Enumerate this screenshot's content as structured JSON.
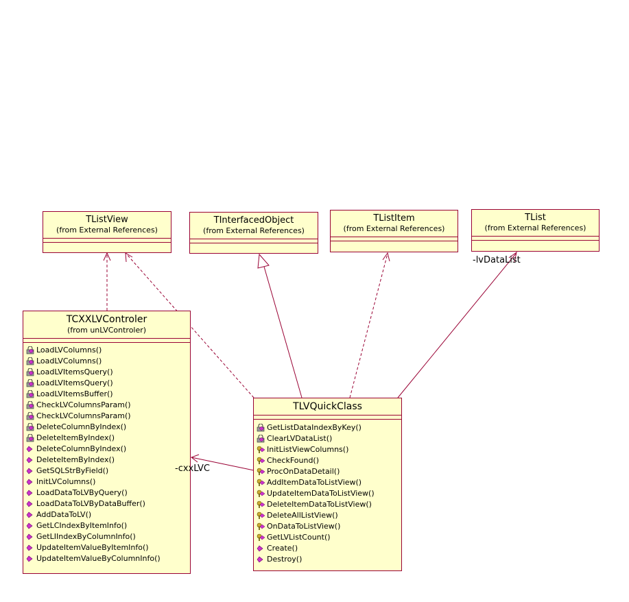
{
  "classes": {
    "tlistview": {
      "name": "TListView",
      "subtitle": "(from External References)"
    },
    "tinterfacedobject": {
      "name": "TInterfacedObject",
      "subtitle": "(from External References)"
    },
    "tlistitem": {
      "name": "TListItem",
      "subtitle": "(from External References)"
    },
    "tlist": {
      "name": "TList",
      "subtitle": "(from External References)"
    },
    "tcxxlvcontroler": {
      "name": "TCXXLVControler",
      "subtitle": "(from unLVControler)",
      "operations": [
        {
          "label": "LoadLVColumns()",
          "visibility": "protected"
        },
        {
          "label": "LoadLVColumns()",
          "visibility": "protected"
        },
        {
          "label": "LoadLVItemsQuery()",
          "visibility": "protected"
        },
        {
          "label": "LoadLVItemsQuery()",
          "visibility": "protected"
        },
        {
          "label": "LoadLVItemsBuffer()",
          "visibility": "protected"
        },
        {
          "label": "CheckLVColumnsParam()",
          "visibility": "protected"
        },
        {
          "label": "CheckLVColumnsParam()",
          "visibility": "protected"
        },
        {
          "label": "DeleteColumnByIndex()",
          "visibility": "protected"
        },
        {
          "label": "DeleteItemByIndex()",
          "visibility": "protected"
        },
        {
          "label": "DeleteColumnByIndex()",
          "visibility": "public"
        },
        {
          "label": "DeleteItemByIndex()",
          "visibility": "public"
        },
        {
          "label": "GetSQLStrByField()",
          "visibility": "public"
        },
        {
          "label": "InitLVColumns()",
          "visibility": "public"
        },
        {
          "label": "LoadDataToLVByQuery()",
          "visibility": "public"
        },
        {
          "label": "LoadDataToLVByDataBuffer()",
          "visibility": "public"
        },
        {
          "label": "AddDataToLV()",
          "visibility": "public"
        },
        {
          "label": "GetLCIndexByItemInfo()",
          "visibility": "public"
        },
        {
          "label": "GetLIIndexByColumnInfo()",
          "visibility": "public"
        },
        {
          "label": "UpdateItemValueByItemInfo()",
          "visibility": "public"
        },
        {
          "label": "UpdateItemValueByColumnInfo()",
          "visibility": "public"
        }
      ]
    },
    "tlvquickclass": {
      "name": "TLVQuickClass",
      "operations": [
        {
          "label": "GetListDataIndexByKey()",
          "visibility": "protected"
        },
        {
          "label": "ClearLVDataList()",
          "visibility": "protected"
        },
        {
          "label": "InitListViewColumns()",
          "visibility": "private"
        },
        {
          "label": "CheckFound()",
          "visibility": "private"
        },
        {
          "label": "ProcOnDataDetail()",
          "visibility": "private"
        },
        {
          "label": "AddItemDataToListView()",
          "visibility": "private"
        },
        {
          "label": "UpdateItemDataToListView()",
          "visibility": "private"
        },
        {
          "label": "DeleteItemDataToListView()",
          "visibility": "private"
        },
        {
          "label": "DeleteAllListView()",
          "visibility": "private"
        },
        {
          "label": "OnDataToListView()",
          "visibility": "private"
        },
        {
          "label": "GetLVListCount()",
          "visibility": "private"
        },
        {
          "label": "Create()",
          "visibility": "public"
        },
        {
          "label": "Destroy()",
          "visibility": "public"
        }
      ]
    }
  },
  "roles": {
    "lvdatalist": "-lvDataList",
    "cxxlvc": "-cxxLVC"
  },
  "colors": {
    "class_fill": "#ffffcc",
    "border": "#990033",
    "public_icon": "#cc33cc",
    "protected_icon": "#cc33cc",
    "private_icon": "#ccaa33"
  }
}
